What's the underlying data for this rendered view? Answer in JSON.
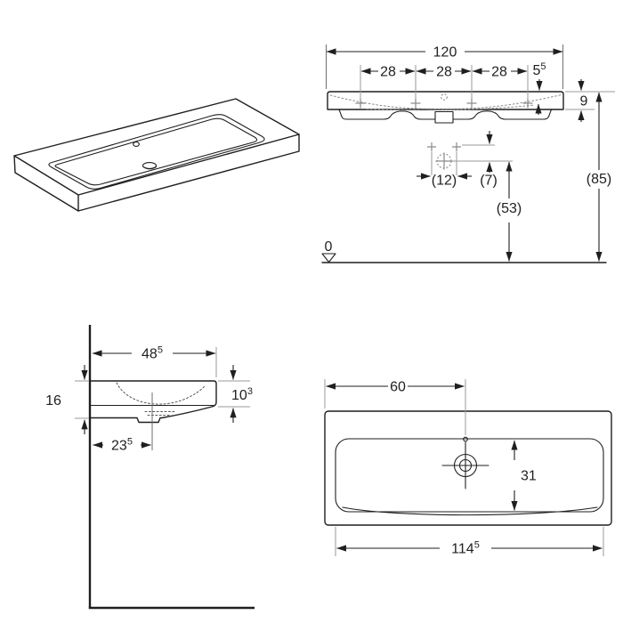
{
  "colors": {
    "line": "#1f1f1f",
    "extension_line": "#9a9a9a",
    "detail_gray": "#8a8a8a",
    "background": "#ffffff"
  },
  "front_view": {
    "overall_width": {
      "m": "120",
      "s": ""
    },
    "tap_spacing_1": {
      "m": "28",
      "s": ""
    },
    "tap_spacing_2": {
      "m": "28",
      "s": ""
    },
    "tap_spacing_3": {
      "m": "28",
      "s": ""
    },
    "rim_to_tap": {
      "m": "5",
      "s": "5"
    },
    "rim_thickness": {
      "m": "9",
      "s": ""
    },
    "supply_spacing": {
      "m": "(12)",
      "s": ""
    },
    "supply_to_drain": {
      "m": "(7)",
      "s": ""
    },
    "drain_height": {
      "m": "(53)",
      "s": ""
    },
    "rim_height": {
      "m": "(85)",
      "s": ""
    },
    "datum": {
      "m": "0",
      "s": ""
    }
  },
  "side_view": {
    "depth": {
      "m": "48",
      "s": "5"
    },
    "front_edge_height": {
      "m": "16",
      "s": ""
    },
    "body_height": {
      "m": "10",
      "s": "3"
    },
    "drain_offset": {
      "m": "23",
      "s": "5"
    }
  },
  "top_view": {
    "tap_center_from_left": {
      "m": "60",
      "s": ""
    },
    "bowl_depth": {
      "m": "31",
      "s": ""
    },
    "bowl_width": {
      "m": "114",
      "s": "5"
    }
  }
}
